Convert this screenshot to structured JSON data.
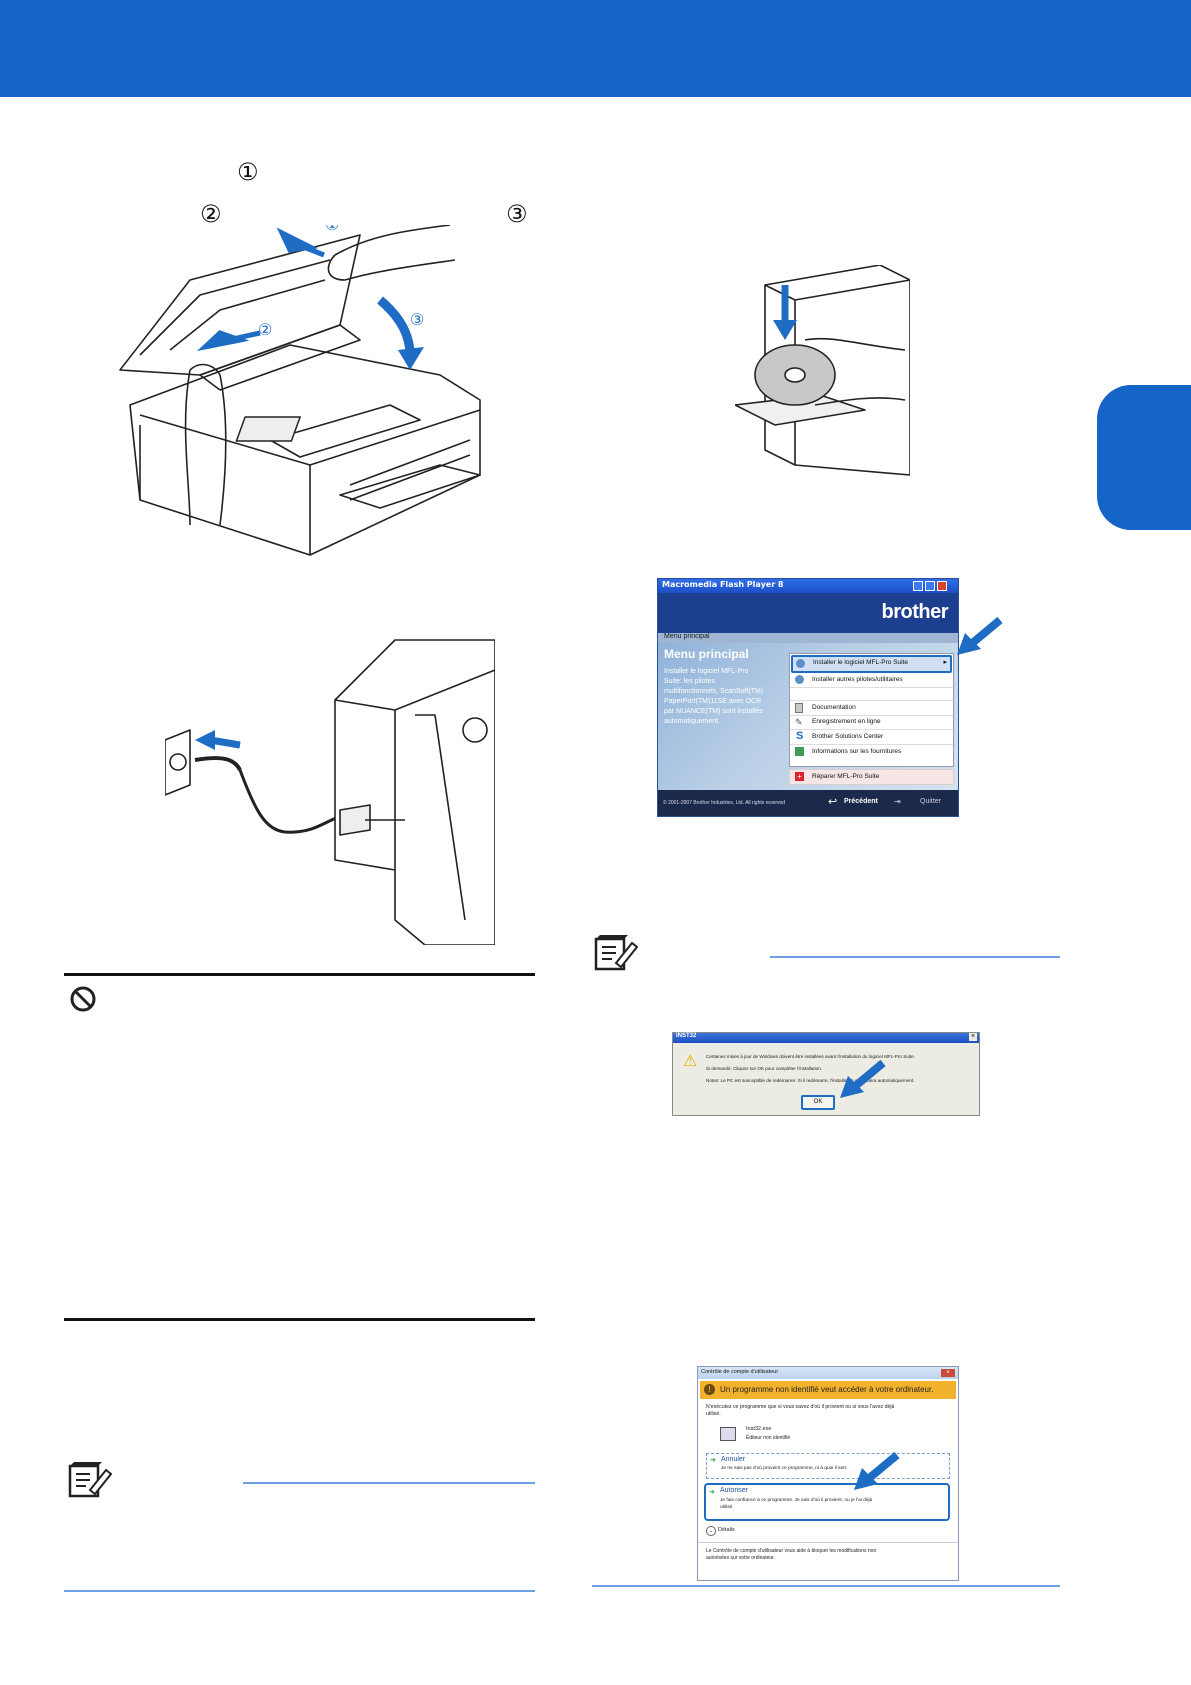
{
  "colors": {
    "accent": "#1565c8",
    "rule_blue": "#6f9fe6",
    "arrow_blue": "#1f6cc4"
  },
  "markers": {
    "m1": "①",
    "m2": "②",
    "m3": "③"
  },
  "flash": {
    "title": "Macromedia Flash Player 8",
    "brand": "brother",
    "breadcrumb": "Menu principal",
    "heading": "Menu principal",
    "description": [
      "Installer le logiciel MFL-Pro",
      "Suite: les pilotes",
      "multifonctionnels, ScanSoft(TM)",
      "PaperPort(TM)11SE avec OCR",
      "par NUANCE(TM) sont installés",
      "automatiquement."
    ],
    "menu": [
      "Installer le logiciel MFL-Pro Suite",
      "Installer autres pilotes/utilitaires",
      "Documentation",
      "Enregistrement en ligne",
      "Brother Solutions Center",
      "Informations sur les fournitures",
      "Réparer MFL-Pro Suite"
    ],
    "copyright": "© 2001-2007 Brother Industries, Ltd. All rights reserved",
    "back": "Précédent",
    "quit": "Quitter"
  },
  "inst32": {
    "title": "INST32",
    "line1": "Certaines mises à jour de Windows doivent être installées avant l'installation du logiciel MFL-Pro Suite.",
    "line2": "Si demandé, Cliquez sur OK pour compléter l'installation.",
    "line3a": "Notes: Le PC est susceptible de redémarrer. Si il redémarre,",
    "line3b": "l'installation continuera automatiquement.",
    "ok": "OK"
  },
  "uac": {
    "title": "Contrôle de compte d'utilisateur",
    "banner": "Un programme non identifié veut accéder à votre ordinateur.",
    "warning1": "N'exécutez ce programme que si vous savez d'où il provient ou si vous l'avez déjà",
    "warning2": "utilisé.",
    "program_name": "Inst32.exe",
    "publisher": "Éditeur non identifié",
    "cancel_label": "Annuler",
    "cancel_desc": "Je ne sais pas d'où provient ce programme, ni à quoi il sert.",
    "allow_label": "Autoriser",
    "allow_desc1": "Je fais confiance à ce programme. Je sais d'où il provient, ou je l'ai déjà",
    "allow_desc2": "utilisé.",
    "details": "Détails",
    "footer1": "Le Contrôle de compte d'utilisateur vous aide à bloquer les modifications non",
    "footer2": "autorisées sur votre ordinateur."
  }
}
